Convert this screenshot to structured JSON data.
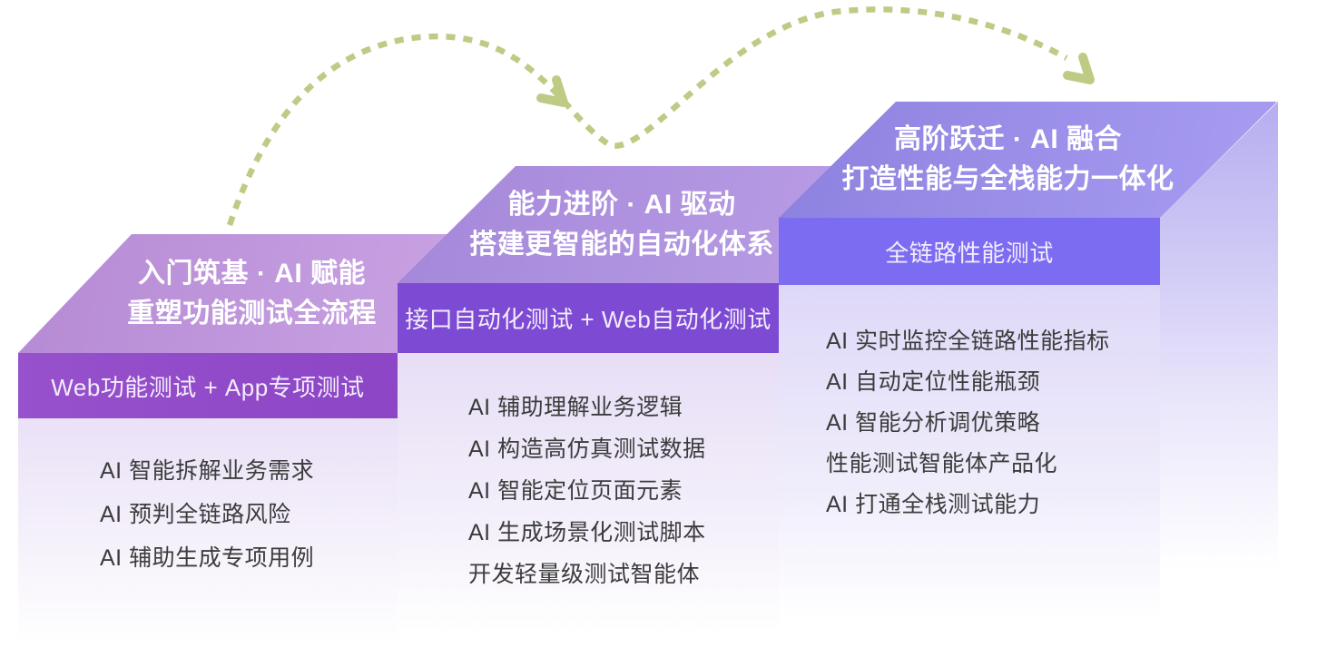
{
  "diagram": {
    "background": "#ffffff",
    "list_text_color": "#3c3c3c",
    "arrow": {
      "description": "dashed s-curve progression arrows with chevron heads",
      "color": "#bdcb85"
    },
    "steps": [
      {
        "title_line1": "入门筑基 · AI 赋能",
        "title_line2": "重塑功能测试全流程",
        "banner": "Web功能测试 + App专项测试",
        "items": [
          "AI 智能拆解业务需求",
          "AI 预判全链路风险",
          "AI 辅助生成专项用例"
        ],
        "colors": {
          "top_face": "#bb92d8",
          "banner": "#9049c8",
          "body_top": "#eae1f7"
        }
      },
      {
        "title_line1": "能力进阶 · AI 驱动",
        "title_line2": "搭建更智能的自动化体系",
        "banner": "接口自动化测试 + Web自动化测试",
        "items": [
          "AI 辅助理解业务逻辑",
          "AI 构造高仿真测试数据",
          "AI 智能定位页面元素",
          "AI 生成场景化测试脚本",
          "开发轻量级测试智能体"
        ],
        "colors": {
          "top_face": "#ae8edd",
          "banner": "#7d4bd3",
          "body_top": "#e7def6"
        }
      },
      {
        "title_line1": "高阶跃迁 · AI 融合",
        "title_line2": "打造性能与全栈能力一体化",
        "banner": "全链路性能测试",
        "items": [
          "AI 实时监控全链路性能指标",
          "AI 自动定位性能瓶颈",
          "AI 智能分析调优策略",
          "性能测试智能体产品化",
          "AI 打通全栈测试能力"
        ],
        "colors": {
          "top_face": "#988ce6",
          "banner": "#7b6cf2",
          "body_top": "#ded8f8"
        }
      }
    ]
  }
}
